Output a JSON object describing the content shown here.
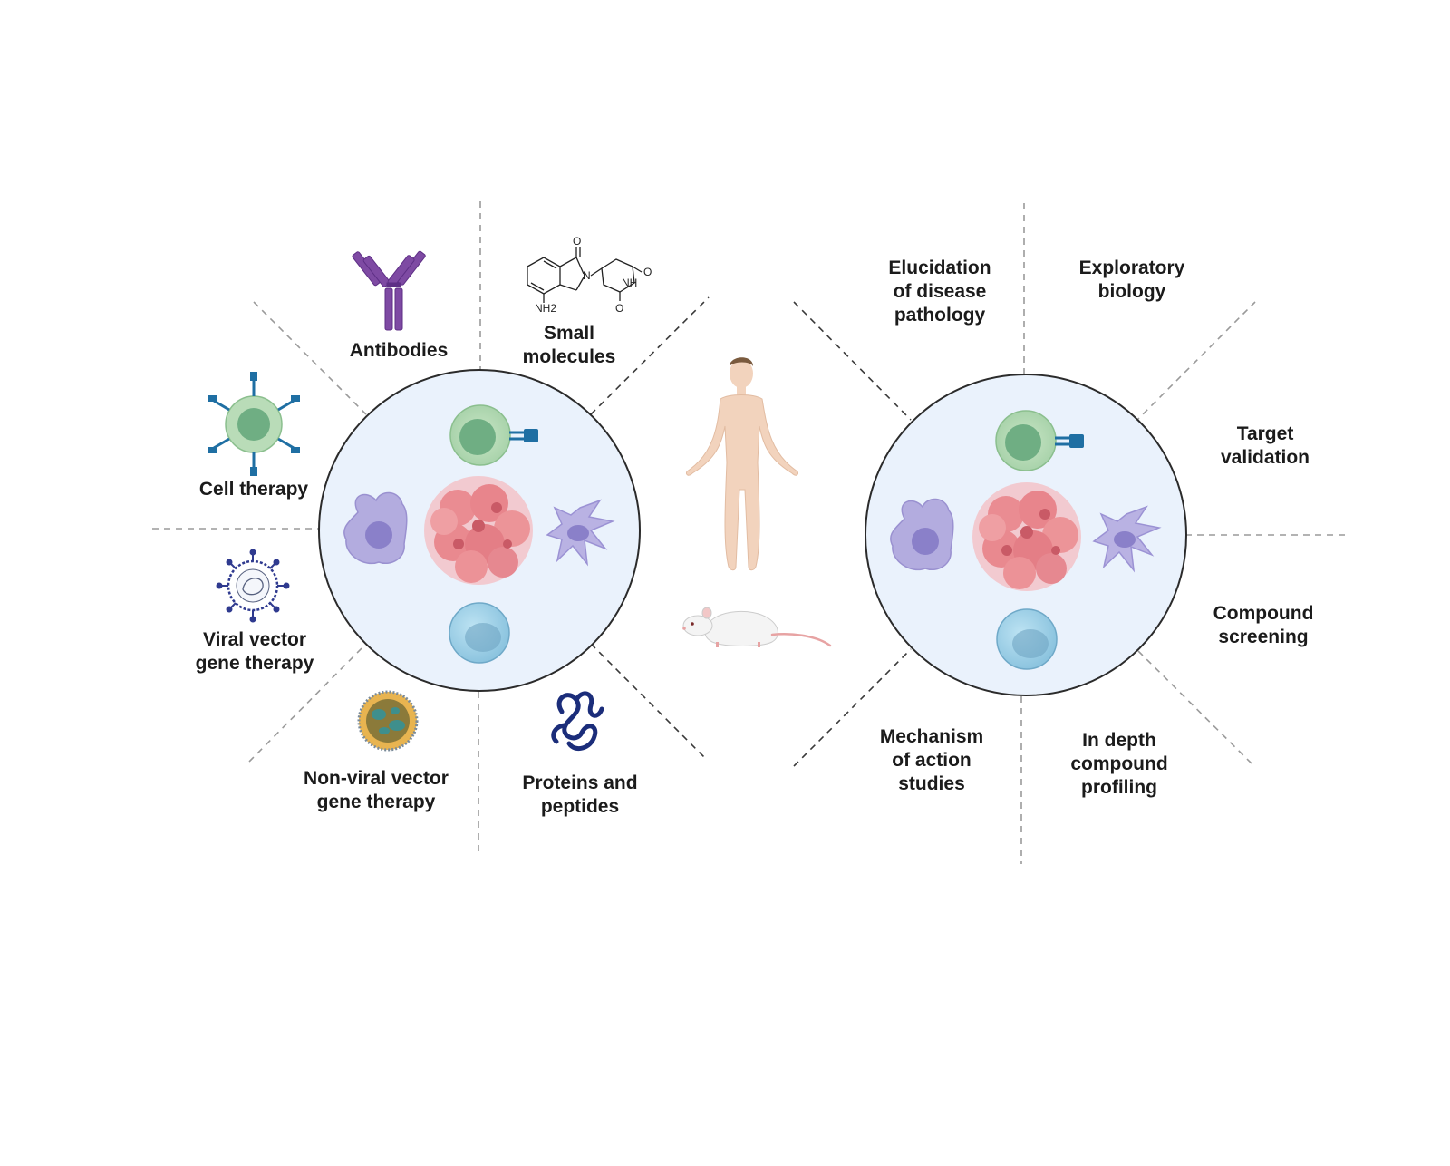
{
  "modalities": {
    "antibodies": "Antibodies",
    "small_molecules": [
      "Small",
      "molecules"
    ],
    "cell_therapy": "Cell therapy",
    "viral_vector": [
      "Viral vector",
      "gene therapy"
    ],
    "non_viral_vector": [
      "Non-viral vector",
      "gene therapy"
    ],
    "proteins_peptides": [
      "Proteins and",
      "peptides"
    ]
  },
  "applications": {
    "elucidation": [
      "Elucidation",
      "of disease",
      "pathology"
    ],
    "exploratory": [
      "Exploratory",
      "biology"
    ],
    "target_validation": [
      "Target",
      "validation"
    ],
    "compound_screening": [
      "Compound",
      "screening"
    ],
    "in_depth_profiling": [
      "In depth",
      "compound",
      "profiling"
    ],
    "mechanism": [
      "Mechanism",
      "of action",
      "studies"
    ]
  },
  "chem": {
    "amine": "NH2",
    "oxo": "O",
    "nitrogen": "N",
    "imide": "NH"
  },
  "colors": {
    "circle_fill": "#eaf2fc",
    "circle_stroke": "#2b2b2b",
    "tcell_outer": "#b9dcb8",
    "tcell_inner": "#6fae83",
    "receptor": "#1f6fa3",
    "tumor": "#e98b91",
    "macrophage": "#b3acdf",
    "dendritic": "#b9b2e3",
    "bcell": "#9fcfe6",
    "antibody": "#7e4aa3",
    "protein": "#1b2d7a",
    "skin": "#f2d3bd",
    "dashes": "#3a3a3a"
  }
}
